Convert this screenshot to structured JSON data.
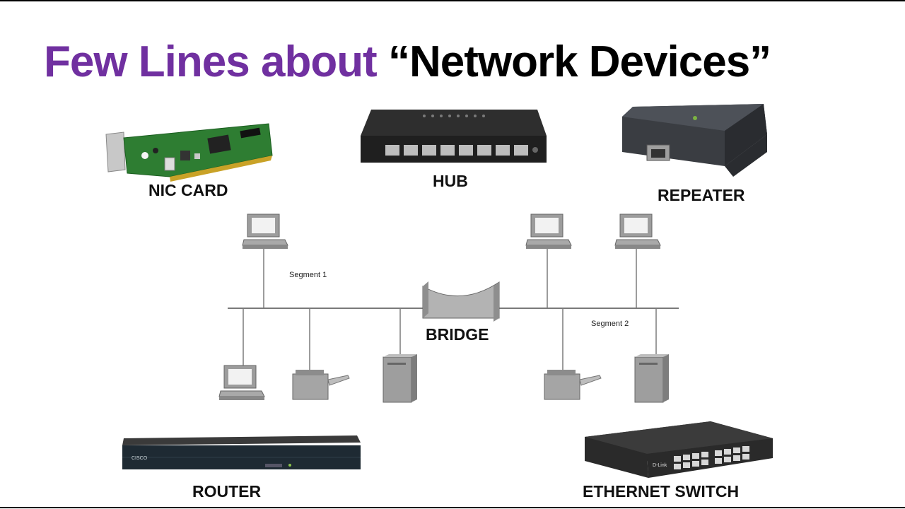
{
  "slide": {
    "title_part1": "Few Lines about ",
    "title_part2": "“Network Devices”"
  },
  "devices": {
    "nic_card": "NIC CARD",
    "hub": "HUB",
    "repeater": "REPEATER",
    "bridge": "BRIDGE",
    "router": "ROUTER",
    "ethernet_switch": "ETHERNET SWITCH"
  },
  "network": {
    "segment1": "Segment 1",
    "segment2": "Segment 2"
  },
  "branding": {
    "router_logo": "CISCO",
    "switch_logo": "D-Link"
  },
  "colors": {
    "title_purple": "#7030a0",
    "title_black": "#000000",
    "pcb_green": "#2e7d32",
    "device_dark": "#2b2b2b"
  }
}
